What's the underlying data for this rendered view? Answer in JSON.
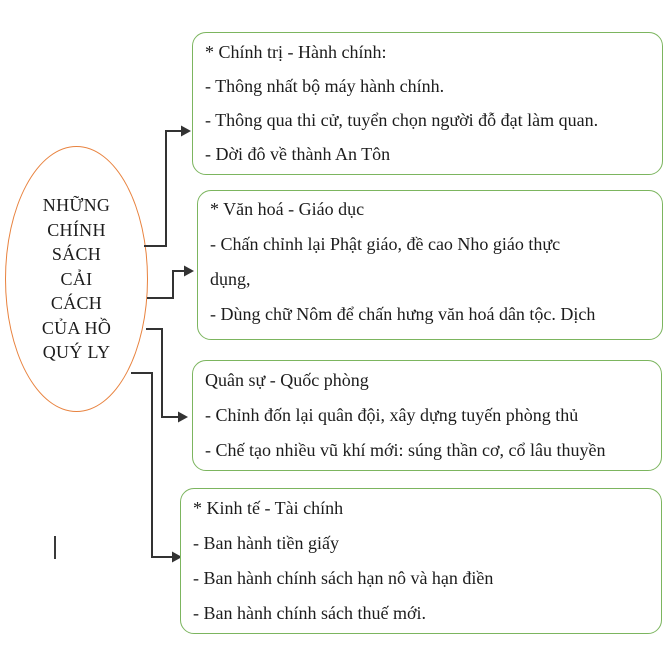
{
  "colors": {
    "ellipse_border": "#E8823E",
    "box_border": "#7CB55F",
    "arrow": "#333333",
    "text": "#1c1c1c"
  },
  "ellipse": {
    "lines": [
      "NHỮNG",
      "CHÍNH",
      "SÁCH",
      "CẢI",
      "CÁCH",
      "CỦA HỒ",
      "QUÝ LY"
    ]
  },
  "boxes": [
    {
      "id": "chinh-tri",
      "lines": [
        "* Chính trị - Hành chính:",
        "- Thông nhất bộ máy hành chính.",
        "- Thông qua thi cử, tuyển chọn người đỗ đạt làm quan.",
        "- Dời đô về thành An Tôn"
      ]
    },
    {
      "id": "van-hoa",
      "lines": [
        "* Văn hoá - Giáo dục",
        "- Chấn chỉnh lại Phật giáo, đề cao Nho giáo thực",
        "dụng,",
        "- Dùng chữ Nôm để chấn hưng văn hoá dân tộc. Dịch"
      ]
    },
    {
      "id": "quan-su",
      "lines": [
        "Quân sự - Quốc phòng",
        "- Chỉnh đốn lại quân đội, xây dựng tuyến phòng thủ",
        "- Chế tạo nhiều vũ khí mới: súng thần cơ, cổ lâu thuyền"
      ]
    },
    {
      "id": "kinh-te",
      "lines": [
        "* Kinh tế - Tài chính",
        "- Ban hành tiền giấy",
        "- Ban hành chính sách hạn nô và hạn điền",
        "- Ban hành chính sách thuế mới."
      ]
    }
  ]
}
